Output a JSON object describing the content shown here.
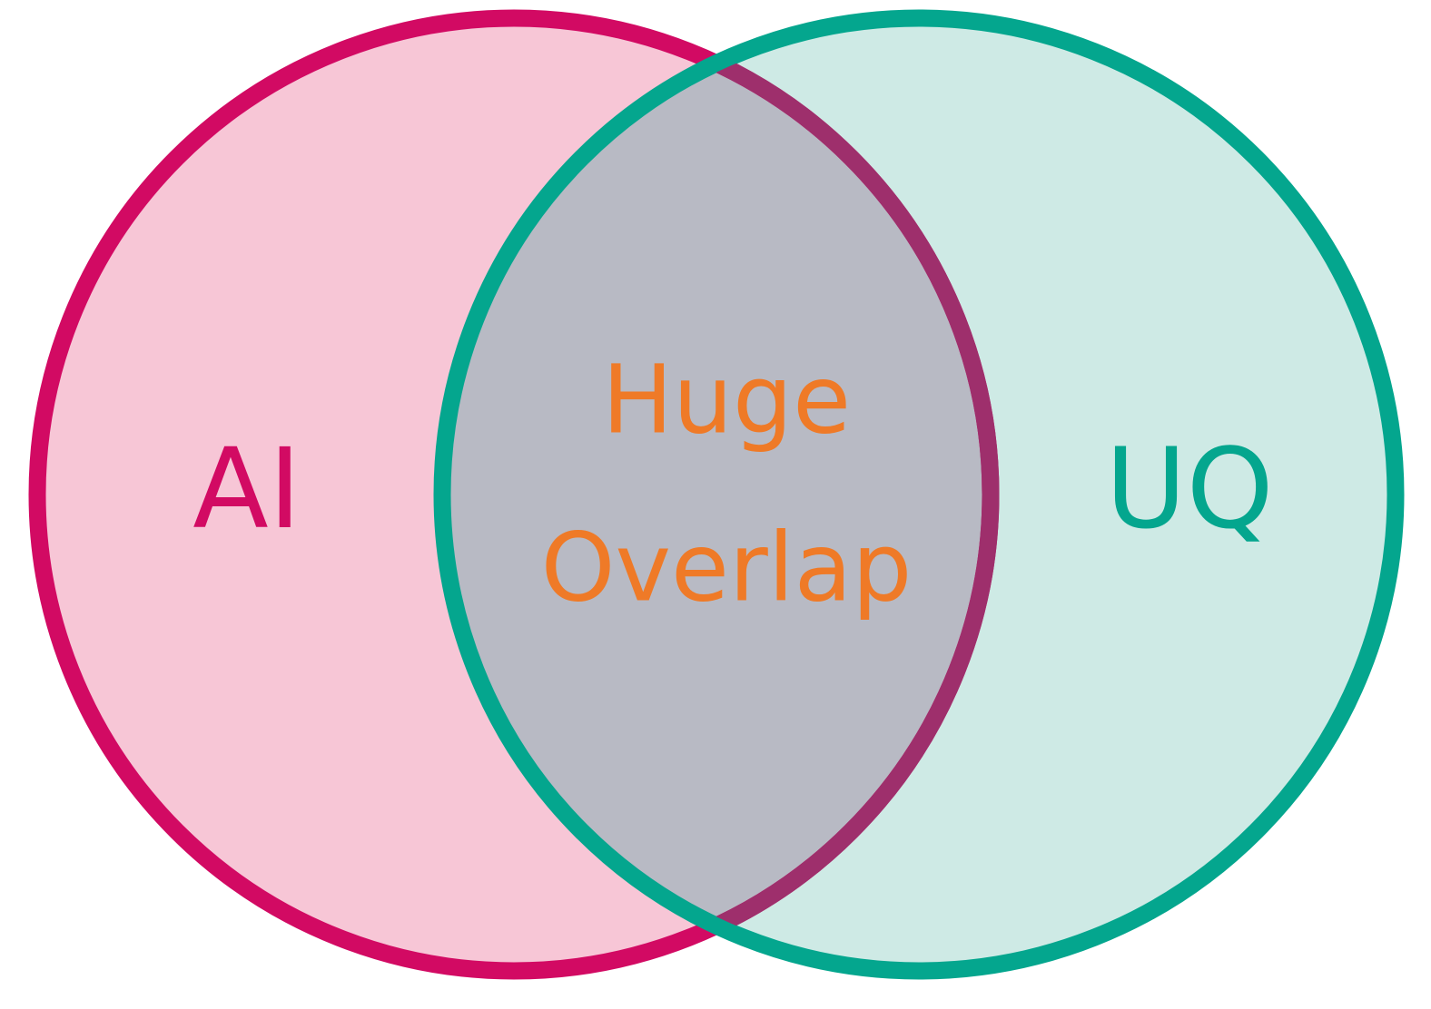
{
  "diagram": {
    "type": "venn",
    "sets": [
      {
        "label": "AI",
        "fill": "#f7c6d6",
        "stroke": "#d20a63"
      },
      {
        "label": "UQ",
        "fill": "#ceeae5",
        "stroke": "#04a68e"
      }
    ],
    "overlap": {
      "label_lines": [
        "Huge",
        "Overlap"
      ],
      "fill": "#b8bac4",
      "stroke": "#9e2f6c",
      "text_color": "#ef7a27"
    }
  }
}
